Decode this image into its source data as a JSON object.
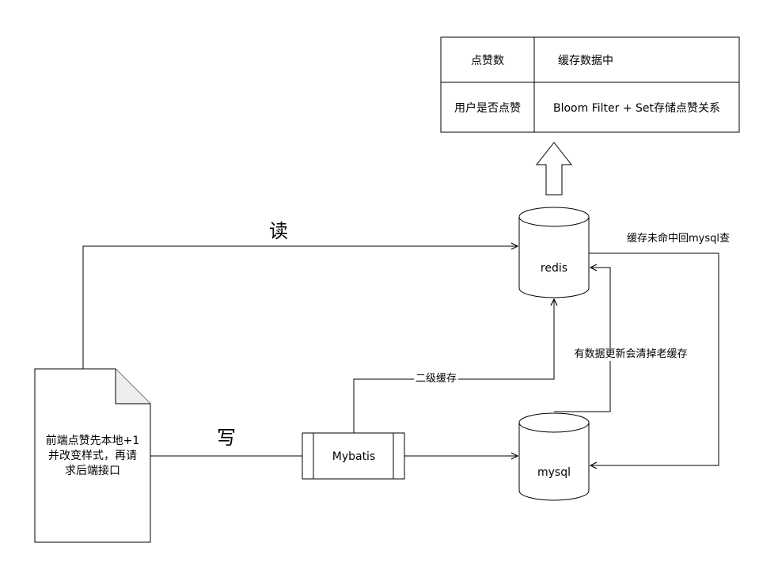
{
  "table": {
    "rows": [
      {
        "label": "点赞数",
        "value": "缓存数据中"
      },
      {
        "label": "用户是否点赞",
        "value": "Bloom Filter + Set存储点赞关系"
      }
    ]
  },
  "nodes": {
    "frontend": {
      "lines": [
        "前端点赞先本地+1",
        "并改变样式，再请",
        "求后端接口"
      ]
    },
    "mybatis": "Mybatis",
    "redis": "redis",
    "mysql": "mysql"
  },
  "edges": {
    "read": "读",
    "write": "写",
    "second_level_cache": "二级缓存",
    "cache_miss": "缓存未命中回mysql查",
    "update_clear": "有数据更新会清掉老缓存"
  },
  "colors": {
    "stroke": "#000000",
    "background": "#ffffff"
  }
}
